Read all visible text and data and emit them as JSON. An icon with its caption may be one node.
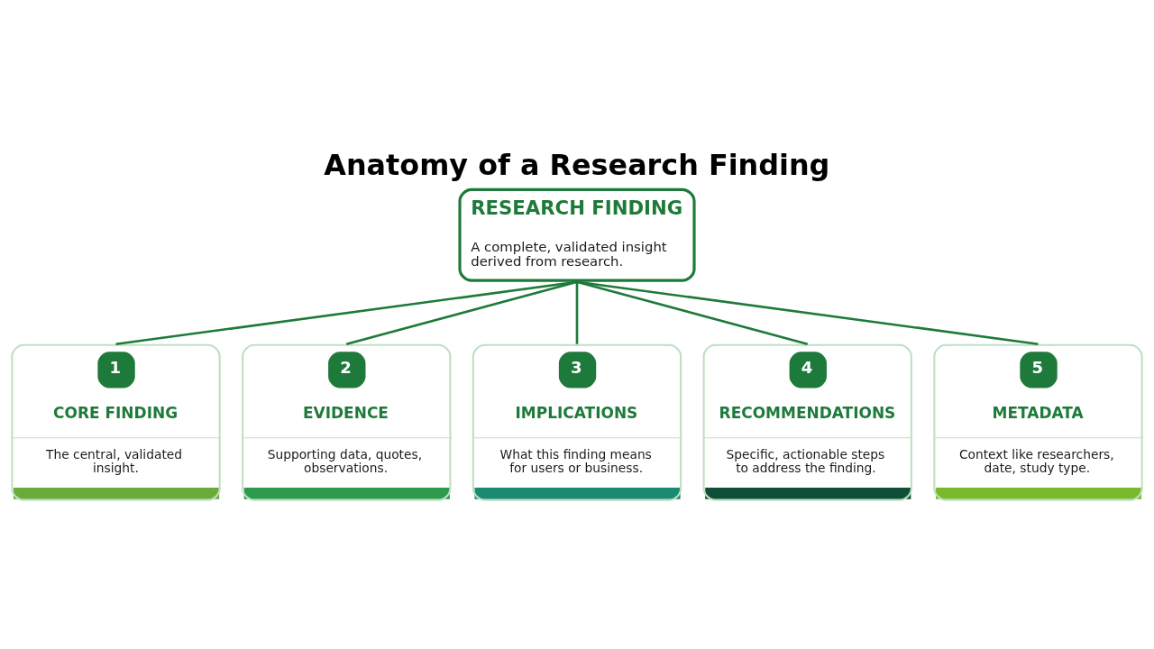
{
  "diagram": {
    "title": "Anatomy of a Research Finding",
    "nodes": [
      {
        "text": [
          "RESEARCH FINDING",
          "A complete, validated insight derived from research."
        ]
      },
      {
        "text": [
          "1",
          "CORE FINDING",
          "The central, validated insight."
        ]
      },
      {
        "text": [
          "2",
          "EVIDENCE",
          "Supporting data, quotes, observations."
        ]
      },
      {
        "text": [
          "3",
          "IMPLICATIONS",
          "What this finding means for users or business."
        ]
      },
      {
        "text": [
          "4",
          "RECOMMENDATIONS",
          "Specific, actionable steps to address the finding."
        ]
      },
      {
        "text": [
          "5",
          "METADATA",
          "Context like researchers, date, study type."
        ]
      }
    ],
    "edges": [
      {
        "from": 0,
        "to": 1,
        "arrow": "none"
      },
      {
        "from": 0,
        "to": 2,
        "arrow": "none"
      },
      {
        "from": 0,
        "to": 3,
        "arrow": "none"
      },
      {
        "from": 0,
        "to": 4,
        "arrow": "none"
      },
      {
        "from": 0,
        "to": 5,
        "arrow": "none"
      }
    ]
  }
}
